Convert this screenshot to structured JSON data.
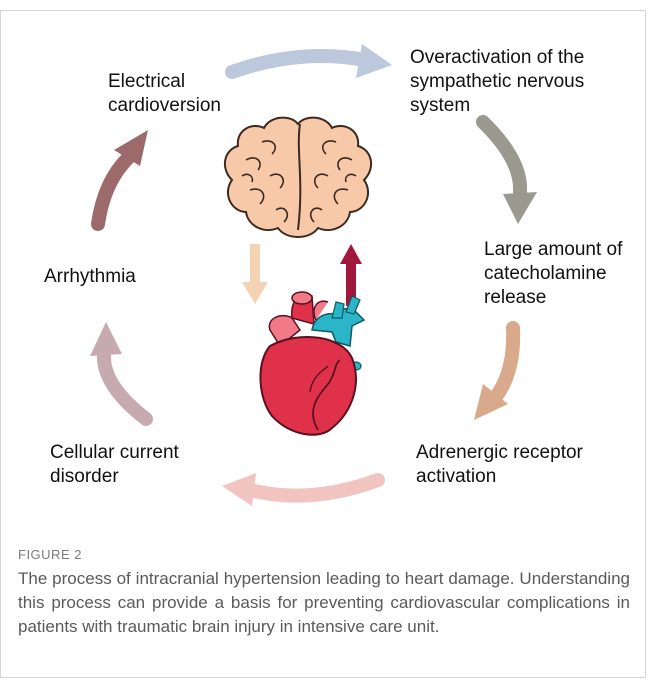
{
  "nodes": {
    "overactivation": "Overactivation of the\nsympathetic nervous\nsystem",
    "catecholamine": "Large amount of\ncatecholamine\nrelease",
    "adrenergic": "Adrenergic receptor\nactivation",
    "cellular": "Cellular current\ndisorder",
    "arrhythmia": "Arrhythmia",
    "cardioversion": "Electrical\ncardioversion"
  },
  "icons": {
    "center_top": "brain-icon",
    "center_bottom": "heart-icon"
  },
  "colors": {
    "arrow_top": "#bcc9dc",
    "arrow_right_upper": "#9a998f",
    "arrow_right_lower": "#d9a98c",
    "arrow_bottom": "#f2c4c0",
    "arrow_left_lower": "#c6aab0",
    "arrow_left_upper": "#9c6a6a",
    "brain_fill": "#f7c9a8",
    "heart_fill": "#e0314a",
    "vessel_cyan": "#2bb5c9",
    "arrow_down_center": "#f3d3b4",
    "arrow_up_center": "#a0183c"
  },
  "figure": {
    "label": "FIGURE 2",
    "caption": "The process of intracranial hypertension leading to heart damage. Understanding this process can provide a basis for preventing cardiovascular complications in patients with traumatic brain injury in intensive care unit."
  }
}
